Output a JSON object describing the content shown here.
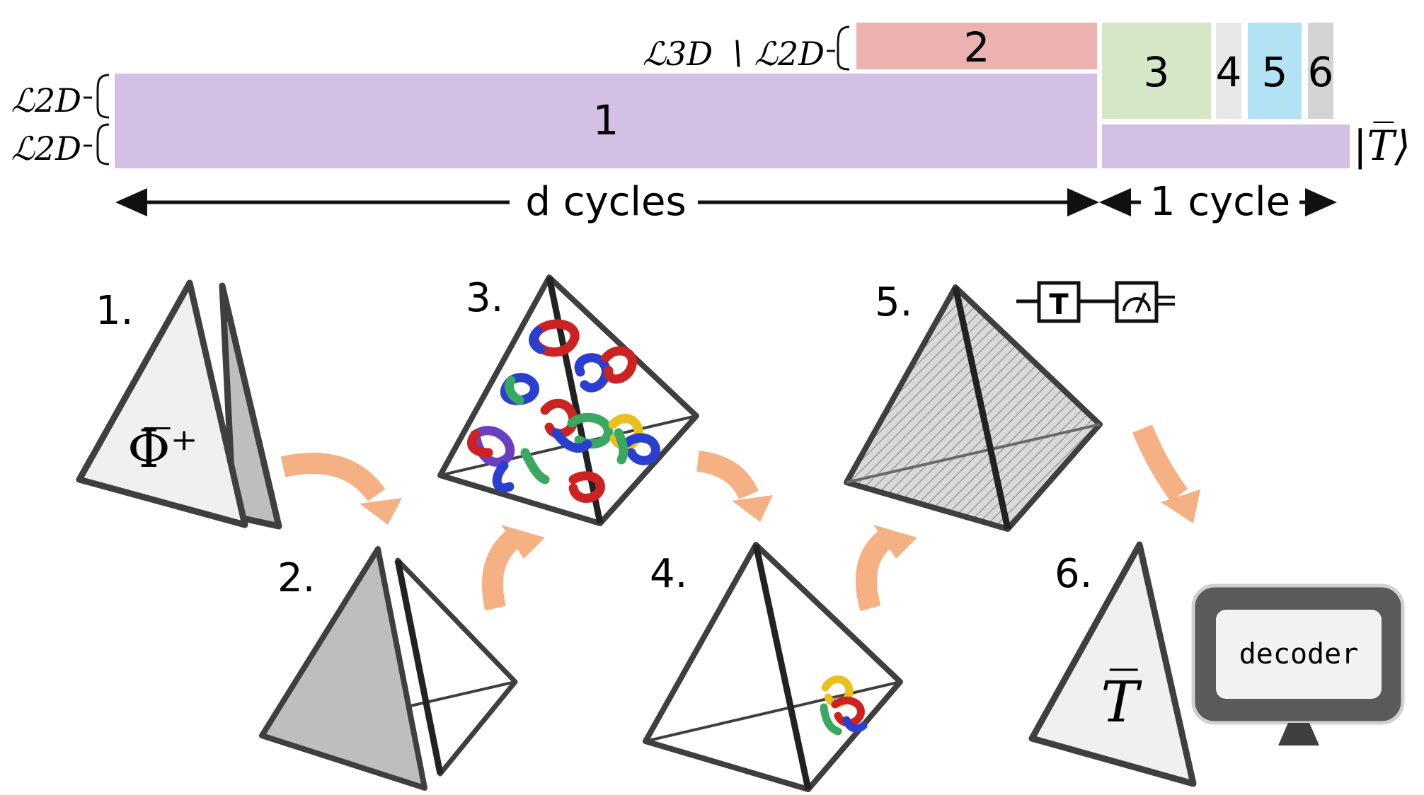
{
  "timeline": {
    "row_labels": {
      "l3d_minus_l2d": "ℒ3D ∖ ℒ2D",
      "l2d_top": "ℒ2D",
      "l2d_bottom": "ℒ2D"
    },
    "blocks": {
      "b1": {
        "label": "1",
        "color": "#d4c0e4"
      },
      "b2": {
        "label": "2",
        "color": "#ebb2b0"
      },
      "b3": {
        "label": "3",
        "color": "#d5e7c7"
      },
      "b4": {
        "label": "4",
        "color": "#e8e8e8"
      },
      "b5": {
        "label": "5",
        "color": "#b2e2f3"
      },
      "b6": {
        "label": "6",
        "color": "#d4d4d4"
      },
      "tail": {
        "color": "#d4c0e4"
      }
    },
    "t_state": "|T̅⟩",
    "d_cycles": "d cycles",
    "one_cycle": "1 cycle"
  },
  "steps": {
    "s1": {
      "label": "1.",
      "state": "Φ̅⁺"
    },
    "s2": {
      "label": "2."
    },
    "s3": {
      "label": "3."
    },
    "s4": {
      "label": "4."
    },
    "s5": {
      "label": "5."
    },
    "s6": {
      "label": "6.",
      "state": "T̅"
    }
  },
  "circuit": {
    "gate": "T"
  },
  "decoder": {
    "label": "decoder"
  },
  "colors": {
    "arrow": "#f5b184",
    "edge": "#3f3f3f",
    "face_light": "#f0f0f0",
    "face_dark": "#bebebe"
  }
}
